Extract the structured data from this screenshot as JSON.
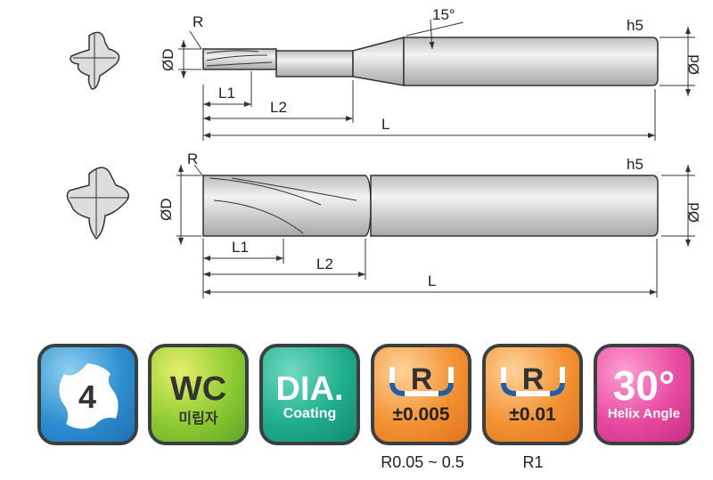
{
  "drawing_top": {
    "radius_label": "R",
    "diameter_label": "ØD",
    "shank_label": "Ød",
    "tolerance_label": "h5",
    "angle_label": "15°",
    "l1_label": "L1",
    "l2_label": "L2",
    "l_label": "L"
  },
  "drawing_bottom": {
    "radius_label": "R",
    "diameter_label": "ØD",
    "shank_label": "Ød",
    "tolerance_label": "h5",
    "l1_label": "L1",
    "l2_label": "L2",
    "l_label": "L"
  },
  "badges": [
    {
      "main": "4",
      "icon": "four-flute-icon",
      "color": "#2e8fd0"
    },
    {
      "main": "WC",
      "sub": "미립자",
      "color": "#8fcb32"
    },
    {
      "main": "DIA.",
      "sub": "Coating",
      "icon": "diamond-icon",
      "color": "#1fae8c"
    },
    {
      "main": "R",
      "sub": "±0.005",
      "caption": "R0.05 ~ 0.5",
      "color": "#f39233"
    },
    {
      "main": "R",
      "sub": "±0.01",
      "caption": "R1",
      "color": "#f39233"
    },
    {
      "main": "30°",
      "sub": "Helix Angle",
      "color": "#e84aa0"
    }
  ]
}
